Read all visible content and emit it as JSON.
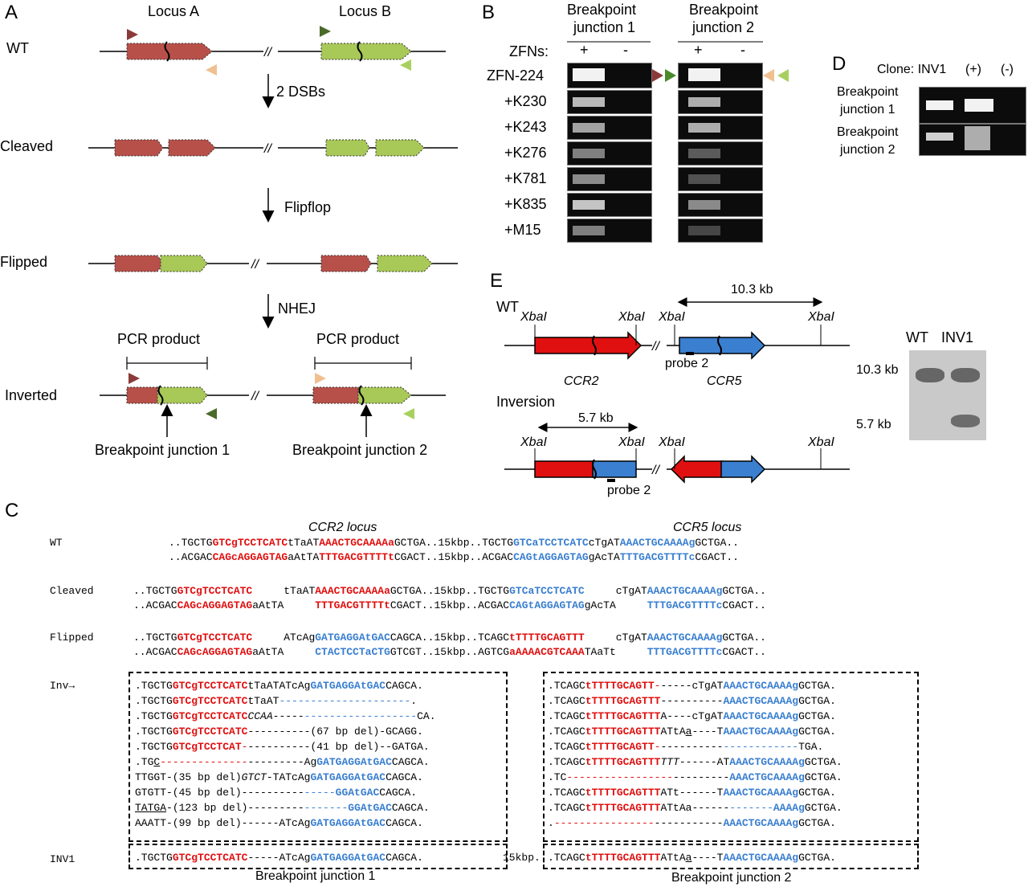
{
  "panels": {
    "A": "A",
    "B": "B",
    "C": "C",
    "D": "D",
    "E": "E"
  },
  "panelA": {
    "locus_a": "Locus A",
    "locus_b": "Locus B",
    "rows": [
      "WT",
      "Cleaved",
      "Flipped",
      "Inverted"
    ],
    "steps": [
      "2 DSBs",
      "Flipflop",
      "NHEJ"
    ],
    "pcr_product": "PCR product",
    "junction1": "Breakpoint junction 1",
    "junction2": "Breakpoint junction 2",
    "colors": {
      "red": "#b8504a",
      "green": "#a8c858",
      "arrow_dark_red": "#8b3a3a",
      "arrow_dark_green": "#4a6a2a",
      "arrow_peach": "#f0c090",
      "arrow_lightgreen": "#a8d060"
    }
  },
  "panelB": {
    "header1": [
      "Breakpoint",
      "junction 1"
    ],
    "header2": [
      "Breakpoint",
      "junction 2"
    ],
    "zfns_label": "ZFNs:",
    "plus": "+",
    "minus": "-",
    "rows": [
      "ZFN-224",
      "+K230",
      "+K243",
      "+K276",
      "+K781",
      "+K835",
      "+M15"
    ]
  },
  "panelD": {
    "clone_label": "Clone: INV1",
    "plus": "(+)",
    "minus": "(-)",
    "row1": [
      "Breakpoint",
      "junction 1"
    ],
    "row2": [
      "Breakpoint",
      "junction 2"
    ]
  },
  "panelE": {
    "wt": "WT",
    "inversion": "Inversion",
    "xbai": "XbaI",
    "size_wt": "10.3 kb",
    "size_inv": "5.7 kb",
    "probe": "probe 2",
    "ccr2": "CCR2",
    "ccr5": "CCR5",
    "blot_wt": "WT",
    "blot_inv": "INV1",
    "blot_10": "10.3 kb",
    "blot_57": "5.7 kb"
  },
  "panelC": {
    "ccr2_locus": "CCR2 locus",
    "ccr5_locus": "CCR5 locus",
    "labels": {
      "wt": "WT",
      "cleaved": "Cleaved",
      "flipped": "Flipped",
      "inv": "Inv→",
      "inv1": "INV1"
    },
    "footer1": "Breakpoint junction 1",
    "footer2": "Breakpoint junction 2",
    "kbp": "15kbp."
  }
}
